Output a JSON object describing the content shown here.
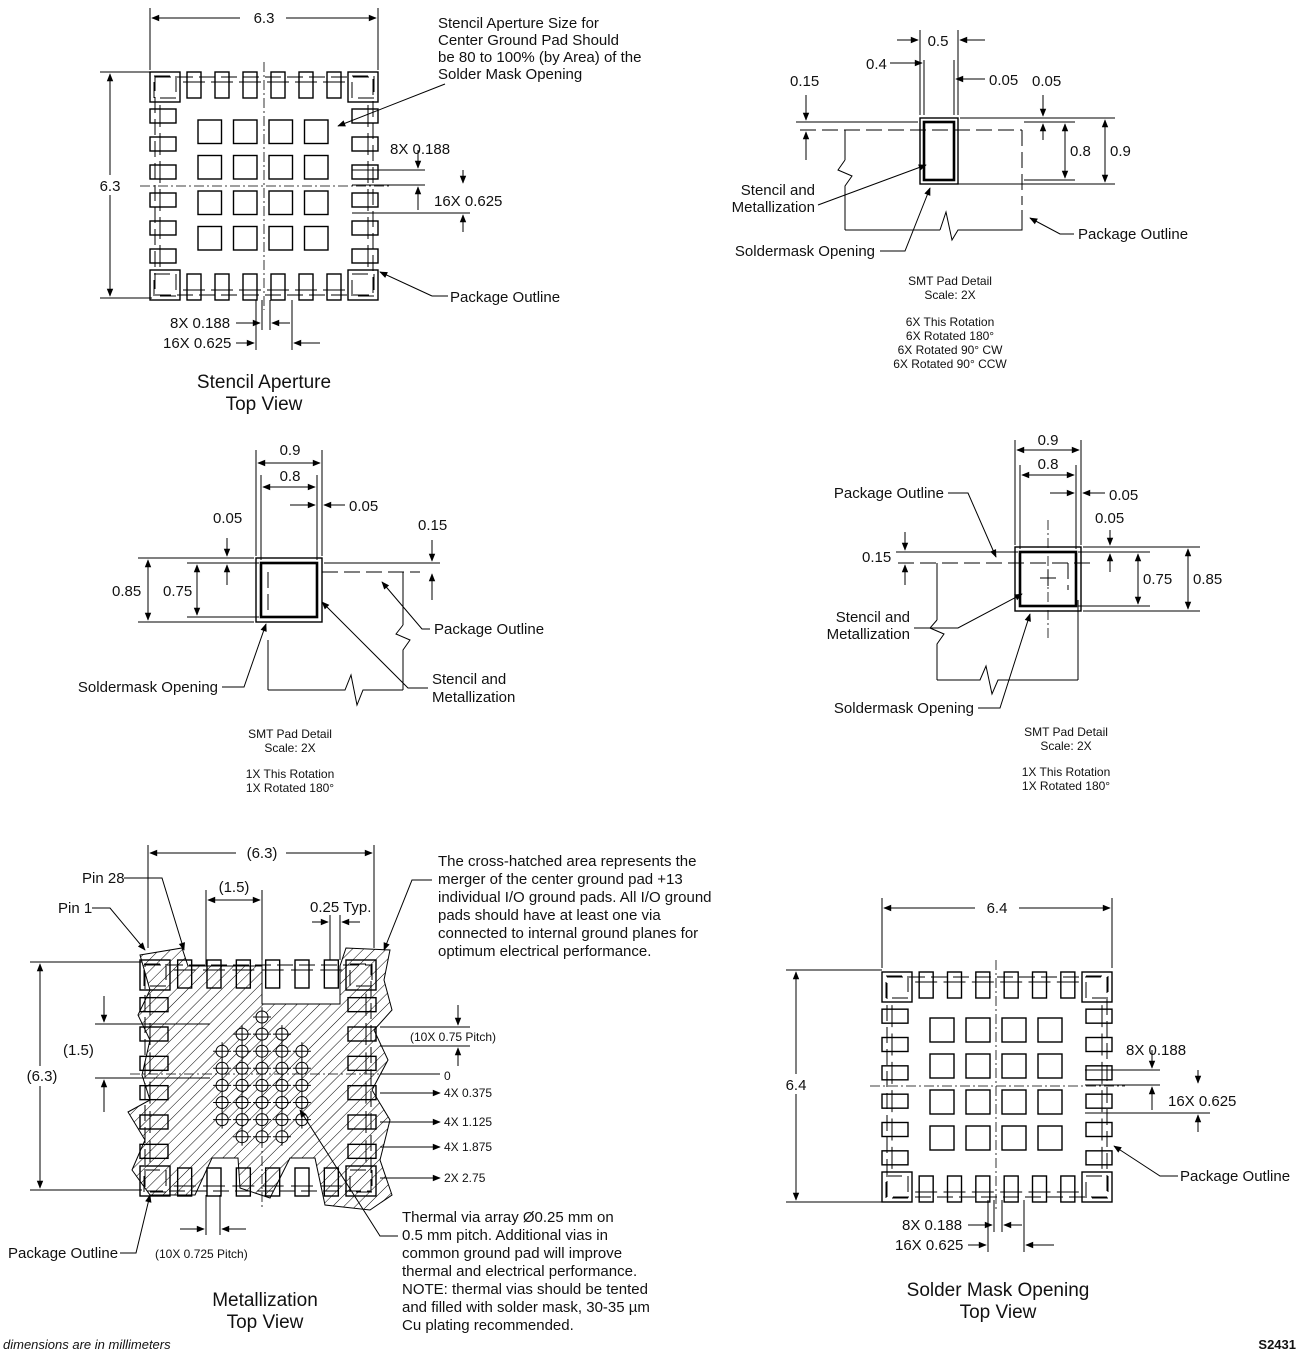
{
  "stencil_top": {
    "dim_width": "6.3",
    "dim_height": "6.3",
    "note": [
      "Stencil Aperture Size for",
      "Center Ground Pad Should",
      "be 80 to 100% (by Area) of the",
      "Solder Mask Opening"
    ],
    "dim_8x": "8X 0.188",
    "dim_16x": "16X 0.625",
    "dim_8x_bottom": "8X 0.188",
    "dim_16x_bottom": "16X 0.625",
    "package_outline": "Package Outline",
    "title": [
      "Stencil Aperture",
      "Top View"
    ]
  },
  "smt_detail_1": {
    "d_0_5": "0.5",
    "d_0_4": "0.4",
    "d_0_05_a": "0.05",
    "d_0_15": "0.15",
    "d_0_05_b": "0.05",
    "d_0_8": "0.8",
    "d_0_9": "0.9",
    "stencil": [
      "Stencil and",
      "Metallization"
    ],
    "soldermask": "Soldermask Opening",
    "package_outline": "Package Outline",
    "caption": [
      "SMT Pad Detail",
      "Scale: 2X"
    ],
    "rotations": [
      "6X This Rotation",
      "6X Rotated 180°",
      "6X Rotated 90° CW",
      "6X Rotated 90° CCW"
    ]
  },
  "smt_detail_2": {
    "d_0_9": "0.9",
    "d_0_8": "0.8",
    "d_0_05_a": "0.05",
    "d_0_05_b": "0.05",
    "d_0_15": "0.15",
    "d_0_85": "0.85",
    "d_0_75": "0.75",
    "package_outline": "Package Outline",
    "soldermask": "Soldermask Opening",
    "stencil": [
      "Stencil and",
      "Metallization"
    ],
    "caption": [
      "SMT Pad Detail",
      "Scale: 2X"
    ],
    "rotations": [
      "1X This Rotation",
      "1X Rotated 180°"
    ]
  },
  "smt_detail_3": {
    "d_0_9": "0.9",
    "d_0_8": "0.8",
    "d_0_05_a": "0.05",
    "d_0_05_b": "0.05",
    "d_0_15": "0.15",
    "d_0_75": "0.75",
    "d_0_85": "0.85",
    "package_outline": "Package Outline",
    "stencil": [
      "Stencil and",
      "Metallization"
    ],
    "soldermask": "Soldermask Opening",
    "caption": [
      "SMT Pad Detail",
      "Scale: 2X"
    ],
    "rotations": [
      "1X This Rotation",
      "1X Rotated 180°"
    ]
  },
  "metallization": {
    "dim_width": "(6.3)",
    "dim_height": "(6.3)",
    "dim_1_5_top": "(1.5)",
    "dim_1_5_left": "(1.5)",
    "dim_typ": "0.25 Typ.",
    "pin28": "Pin 28",
    "pin1": "Pin 1",
    "pitch_v": "(10X 0.75 Pitch)",
    "pitch_h": "(10X 0.725 Pitch)",
    "pos_labels": [
      "0",
      "4X 0.375",
      "4X 1.125",
      "4X 1.875",
      "2X 2.75"
    ],
    "note_hatch": [
      "The cross-hatched area represents the",
      "merger of the center ground pad +13",
      "individual I/O ground pads. All I/O ground",
      "pads should have at least one via",
      "connected to internal ground planes for",
      "optimum electrical performance."
    ],
    "note_thermal": [
      "Thermal via array Ø0.25 mm on",
      "0.5 mm pitch. Additional vias in",
      "common ground pad will improve",
      "thermal and electrical performance.",
      "NOTE: thermal vias should be tented",
      "and filled with solder mask, 30-35 µm",
      "Cu plating recommended."
    ],
    "package_outline": "Package Outline",
    "title": [
      "Metallization",
      "Top View"
    ]
  },
  "soldermask_top": {
    "dim_width": "6.4",
    "dim_height": "6.4",
    "dim_8x": "8X 0.188",
    "dim_16x": "16X 0.625",
    "dim_8x_bottom": "8X 0.188",
    "dim_16x_bottom": "16X 0.625",
    "package_outline": "Package Outline",
    "title": [
      "Solder Mask Opening",
      "Top View"
    ]
  },
  "footer": {
    "units": "dimensions are in millimeters",
    "code": "S2431"
  }
}
